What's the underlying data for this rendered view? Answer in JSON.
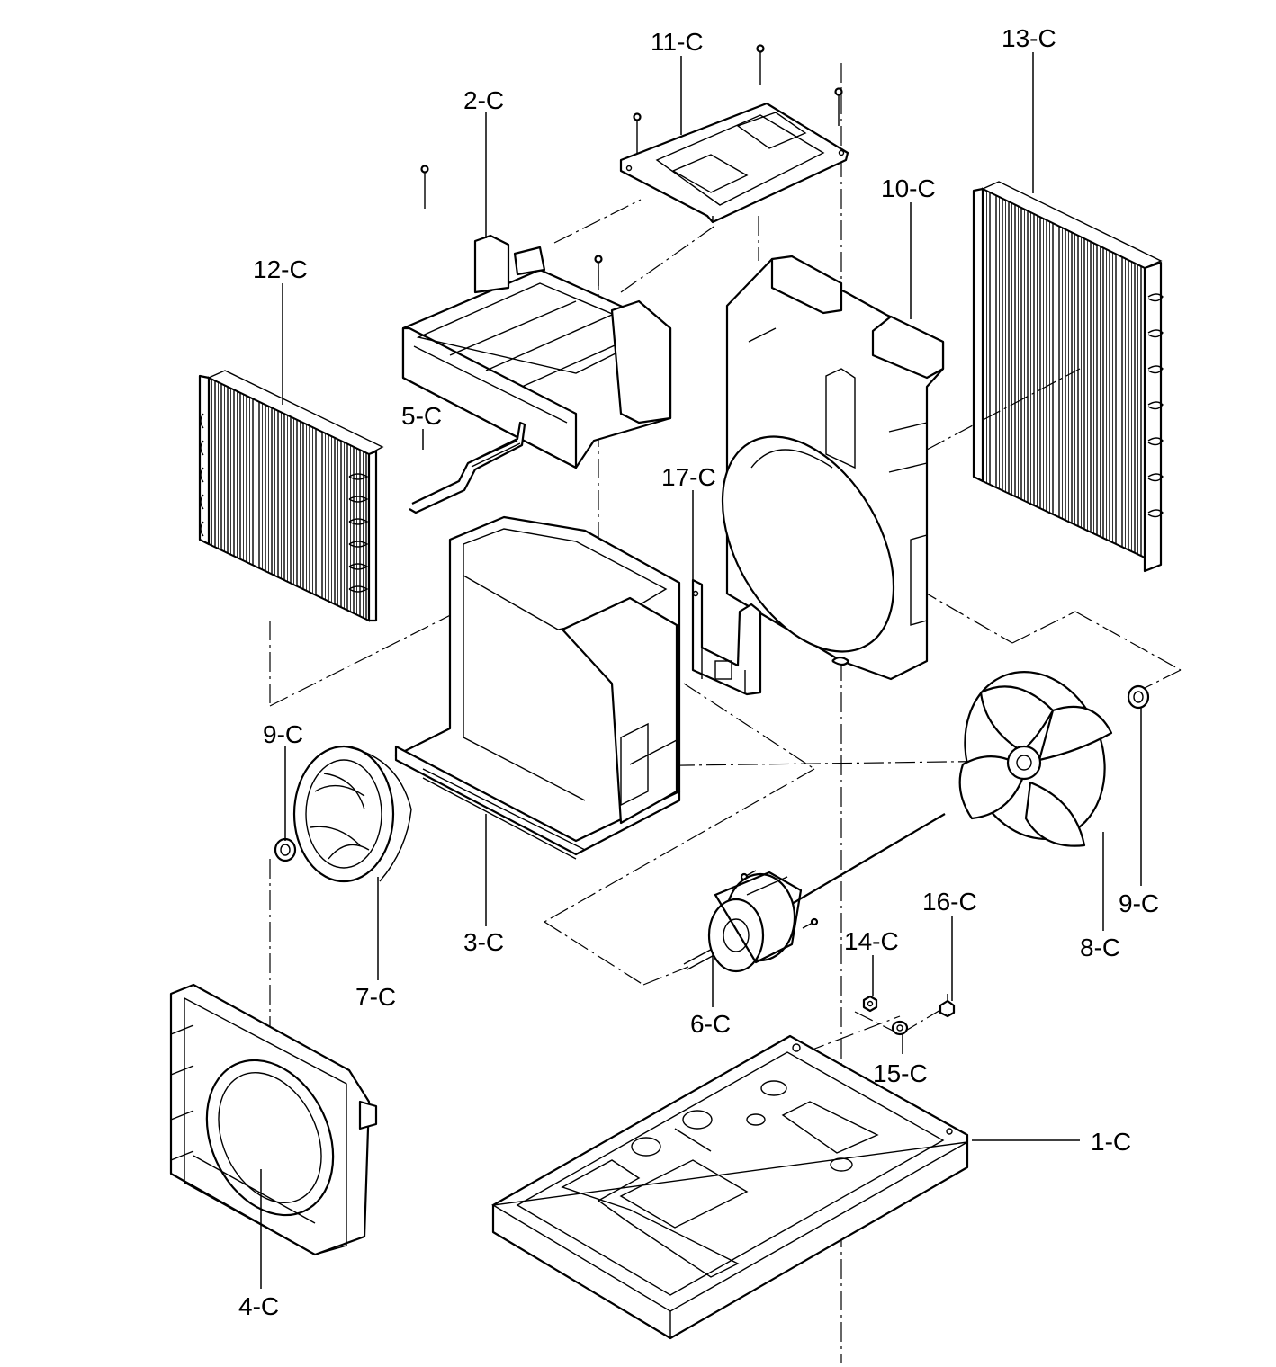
{
  "labels": {
    "p1": "1-C",
    "p2": "2-C",
    "p3": "3-C",
    "p4": "4-C",
    "p5": "5-C",
    "p6": "6-C",
    "p7": "7-C",
    "p8": "8-C",
    "p9a": "9-C",
    "p9b": "9-C",
    "p10": "10-C",
    "p11": "11-C",
    "p12": "12-C",
    "p13": "13-C",
    "p14": "14-C",
    "p15": "15-C",
    "p16": "16-C",
    "p17": "17-C"
  }
}
